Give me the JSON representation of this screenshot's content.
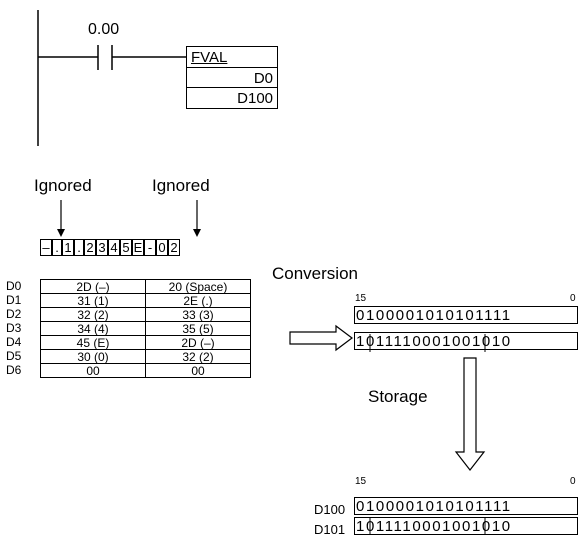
{
  "ladder": {
    "contact_address": "0.00",
    "instruction": {
      "mnemonic": "FVAL",
      "source": "D0",
      "destination": "D100"
    }
  },
  "annotation": {
    "ignored_left": "Ignored",
    "ignored_right": "Ignored",
    "chars": [
      "–",
      ".",
      "1",
      ".",
      "2",
      "3",
      "4",
      "5",
      "E",
      "-",
      "0",
      "2"
    ]
  },
  "source_table": {
    "labels": [
      "D0",
      "D1",
      "D2",
      "D3",
      "D4",
      "D5",
      "D6"
    ],
    "rows": [
      [
        "2D (–)",
        "20 (Space)"
      ],
      [
        "31 (1)",
        "2E (.)"
      ],
      [
        "32 (2)",
        "33 (3)"
      ],
      [
        "34 (4)",
        "35 (5)"
      ],
      [
        "45 (E)",
        "2D (–)"
      ],
      [
        "30 (0)",
        "32 (2)"
      ],
      [
        "00",
        "00"
      ]
    ]
  },
  "conversion": {
    "label": "Conversion",
    "bit_high": "15",
    "bit_low": "0",
    "word1": "0100001010101111",
    "word2": "1011110001001010"
  },
  "storage": {
    "label": "Storage",
    "bit_high": "15",
    "bit_low": "0",
    "rows": [
      {
        "address": "D100",
        "bits": "0100001010101111"
      },
      {
        "address": "D101",
        "bits": "1011110001001010"
      }
    ]
  },
  "colors": {
    "line": "#000000",
    "background": "#ffffff"
  }
}
